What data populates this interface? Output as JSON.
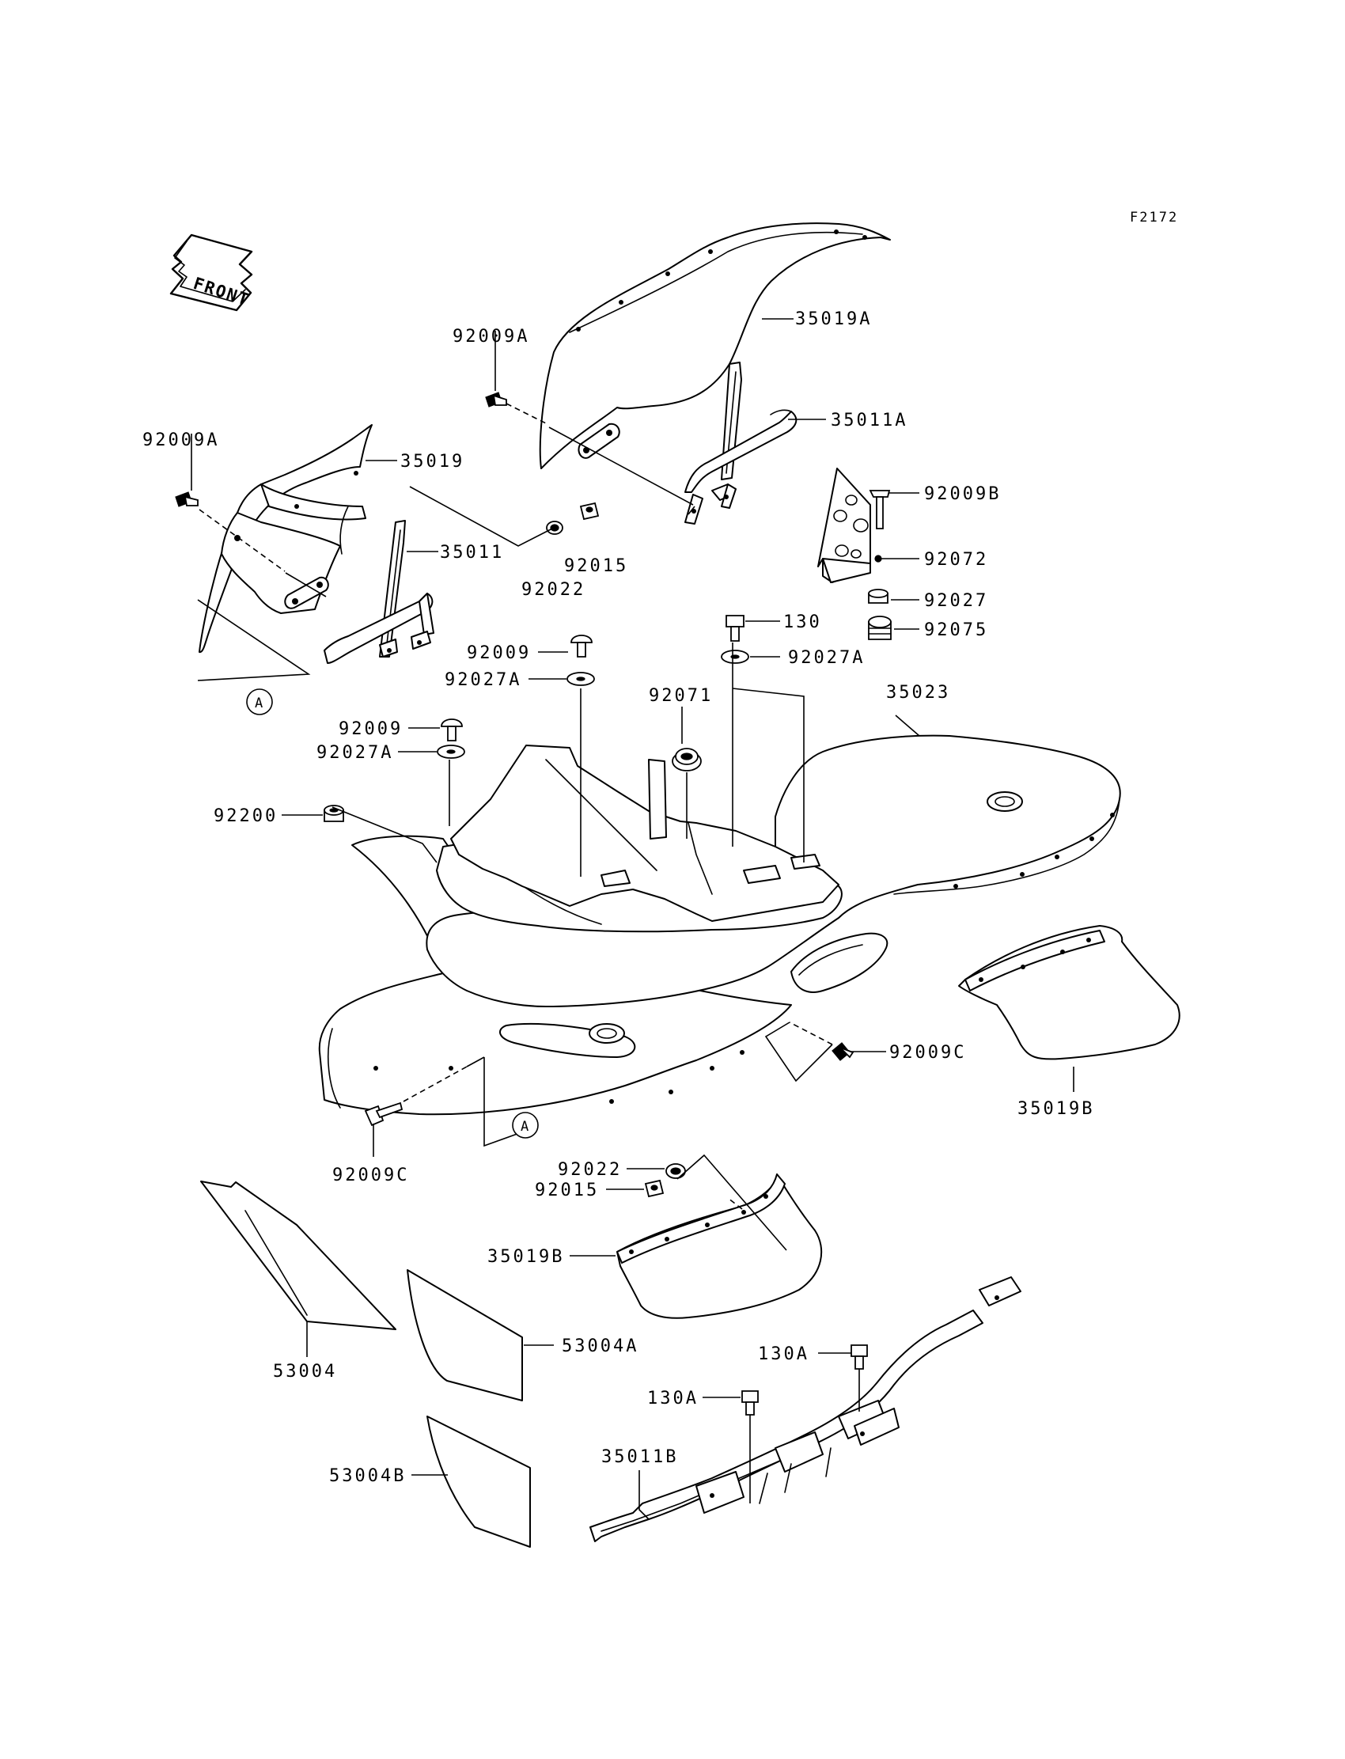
{
  "figure_code": "F2172",
  "front_arrow": {
    "label": "FRONT"
  },
  "callouts": {
    "c_35019A": "35019A",
    "c_92009A_top": "92009A",
    "c_35011A": "35011A",
    "c_92009A_left": "92009A",
    "c_35019": "35019",
    "c_35011": "35011",
    "c_92022_top": "92022",
    "c_92015_top": "92015",
    "c_92009B": "92009B",
    "c_92072": "92072",
    "c_92027": "92027",
    "c_92075": "92075",
    "c_130": "130",
    "c_92027A_right": "92027A",
    "c_92009_a": "92009",
    "c_92027A_a": "92027A",
    "c_92071": "92071",
    "c_35023": "35023",
    "c_92009_b": "92009",
    "c_92027A_b": "92027A",
    "c_92200": "92200",
    "c_92009C_right": "92009C",
    "c_35019B_right": "35019B",
    "c_92009C_left": "92009C",
    "c_92022_bottom": "92022",
    "c_92015_bottom": "92015",
    "c_35019B_bottom": "35019B",
    "c_53004": "53004",
    "c_53004A": "53004A",
    "c_130A_a": "130A",
    "c_130A_b": "130A",
    "c_35011B": "35011B",
    "c_53004B": "53004B"
  },
  "reference_marks": {
    "ref_a_top": "A",
    "ref_a_bottom": "A"
  }
}
